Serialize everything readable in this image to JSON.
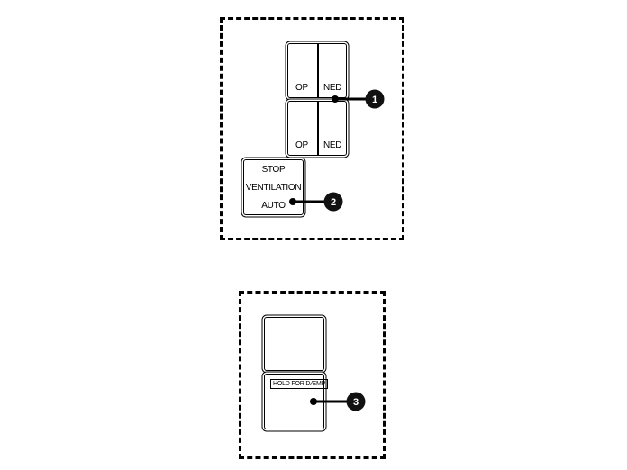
{
  "panel_top": {
    "keys": [
      {
        "left": "OP",
        "right": "NED"
      },
      {
        "left": "OP",
        "right": "NED"
      }
    ],
    "ventilation_key": {
      "line1": "STOP",
      "line2": "VENTILATION",
      "line3": "AUTO"
    }
  },
  "panel_bottom": {
    "hold_label": "HOLD FOR DÆMP"
  },
  "callouts": [
    "1",
    "2",
    "3"
  ]
}
